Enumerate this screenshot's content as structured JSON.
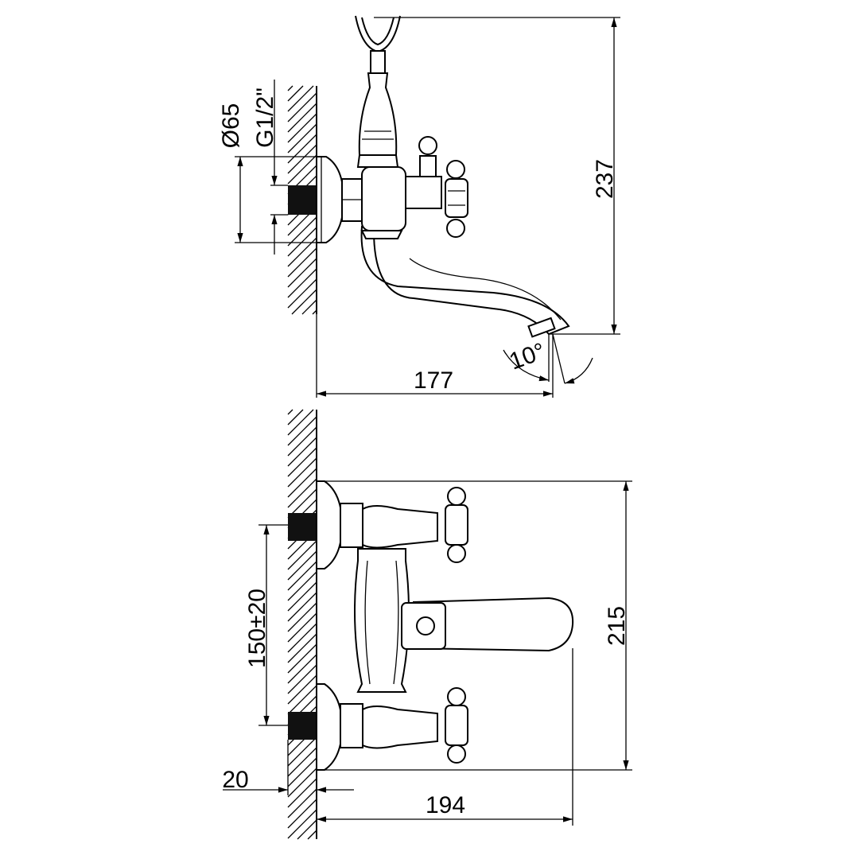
{
  "drawing": {
    "side_view": {
      "flange_diameter": "Ø65",
      "thread": "G1/2\"",
      "height": "237",
      "projection": "177",
      "spout_angle": "10°"
    },
    "front_view": {
      "center_distance": "150±20",
      "height": "215",
      "wall_offset": "20",
      "projection": "194"
    },
    "line_color": "#000000"
  }
}
